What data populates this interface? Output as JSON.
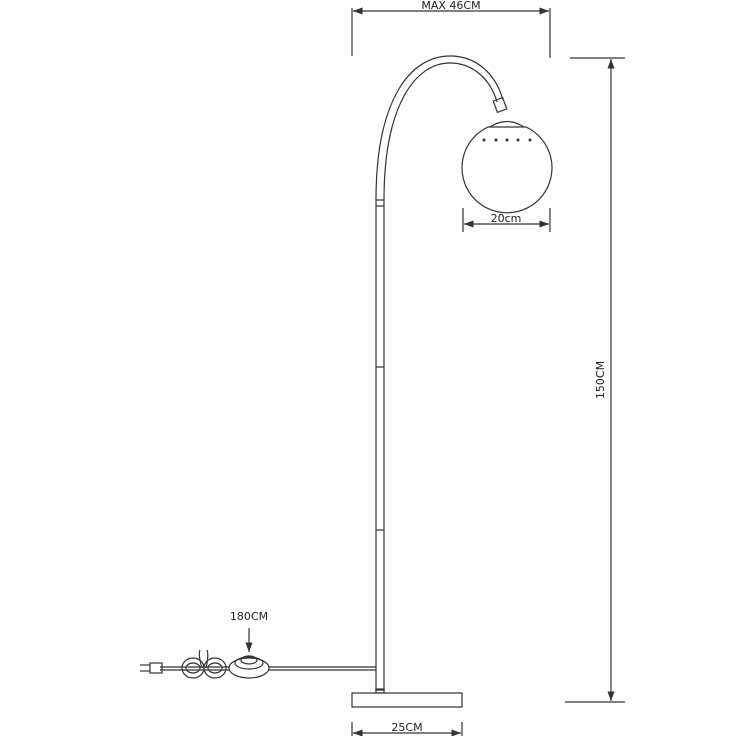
{
  "labels": {
    "max_width": "MAX 46CM",
    "height": "150CM",
    "shade_width": "20cm",
    "cord_length": "180CM",
    "base_width": "25CM"
  },
  "colors": {
    "line": "#333333",
    "background": "#ffffff"
  }
}
